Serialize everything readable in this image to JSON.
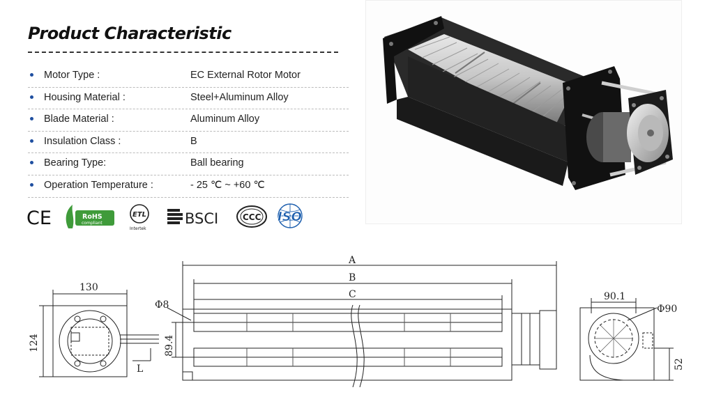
{
  "header": {
    "title": "Product Characteristic"
  },
  "specs": [
    {
      "label": "Motor Type :",
      "value": "EC External Rotor Motor"
    },
    {
      "label": "Housing Material :",
      "value": "Steel+Aluminum Alloy"
    },
    {
      "label": "Blade Material :",
      "value": "Aluminum Alloy"
    },
    {
      "label": "Insulation Class :",
      "value": "B"
    },
    {
      "label": "Bearing Type:",
      "value": "Ball bearing"
    },
    {
      "label": "Operation Temperature :",
      "value": "- 25 ℃ ~ +60 ℃"
    }
  ],
  "certifications": {
    "ce": "CE",
    "rohs": "RoHS",
    "rohs_sub": "compliant",
    "etl": "ETL",
    "etl_sub": "Intertek",
    "bsci": "BSCI",
    "ccc": "CCC",
    "iso": "ISO"
  },
  "drawing": {
    "side_width": "130",
    "side_height": "124",
    "dim_a": "A",
    "dim_b": "B",
    "dim_c": "C",
    "shaft_dia": "Φ8",
    "height_inner": "89.4",
    "lead_label": "L",
    "end_width": "90.1",
    "impeller_dia": "Φ90",
    "outlet_height": "52"
  },
  "colors": {
    "bullet": "#1f4fa0",
    "rohs_green": "#3f9b3a",
    "iso_blue": "#1d5fae"
  }
}
